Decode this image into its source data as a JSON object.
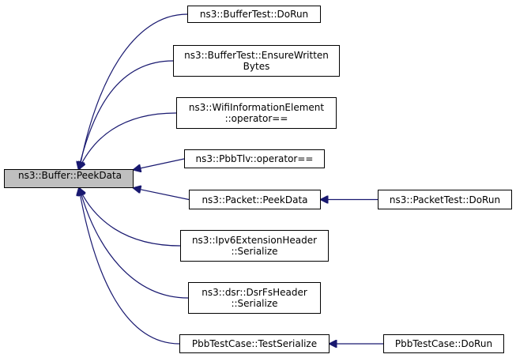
{
  "colors": {
    "edge": "#191970",
    "root_fill": "#bfbfbf",
    "node_fill": "#ffffff",
    "border": "#000000"
  },
  "root": {
    "id": "buffer_peekdata",
    "lines": [
      "ns3::Buffer::PeekData"
    ]
  },
  "nodes": [
    {
      "id": "buffertest_dorun",
      "lines": [
        "ns3::BufferTest::DoRun"
      ]
    },
    {
      "id": "buffertest_ensure",
      "lines": [
        "ns3::BufferTest::EnsureWritten",
        "Bytes"
      ]
    },
    {
      "id": "wifi_operator",
      "lines": [
        "ns3::WifiInformationElement",
        "::operator=="
      ]
    },
    {
      "id": "pbbtlv_operator",
      "lines": [
        "ns3::PbbTlv::operator=="
      ]
    },
    {
      "id": "packet_peekdata",
      "lines": [
        "ns3::Packet::PeekData"
      ]
    },
    {
      "id": "ipv6_serialize",
      "lines": [
        "ns3::Ipv6ExtensionHeader",
        "::Serialize"
      ]
    },
    {
      "id": "dsr_serialize",
      "lines": [
        "ns3::dsr::DsrFsHeader",
        "::Serialize"
      ]
    },
    {
      "id": "pbb_testserialize",
      "lines": [
        "PbbTestCase::TestSerialize"
      ]
    },
    {
      "id": "packettest_dorun",
      "lines": [
        "ns3::PacketTest::DoRun"
      ]
    },
    {
      "id": "pbbtestcase_dorun",
      "lines": [
        "PbbTestCase::DoRun"
      ]
    }
  ],
  "edges": [
    {
      "from": "buffertest_dorun",
      "to": "buffer_peekdata"
    },
    {
      "from": "buffertest_ensure",
      "to": "buffer_peekdata"
    },
    {
      "from": "wifi_operator",
      "to": "buffer_peekdata"
    },
    {
      "from": "pbbtlv_operator",
      "to": "buffer_peekdata"
    },
    {
      "from": "packet_peekdata",
      "to": "buffer_peekdata"
    },
    {
      "from": "ipv6_serialize",
      "to": "buffer_peekdata"
    },
    {
      "from": "dsr_serialize",
      "to": "buffer_peekdata"
    },
    {
      "from": "pbb_testserialize",
      "to": "buffer_peekdata"
    },
    {
      "from": "packettest_dorun",
      "to": "packet_peekdata"
    },
    {
      "from": "pbbtestcase_dorun",
      "to": "pbb_testserialize"
    }
  ]
}
